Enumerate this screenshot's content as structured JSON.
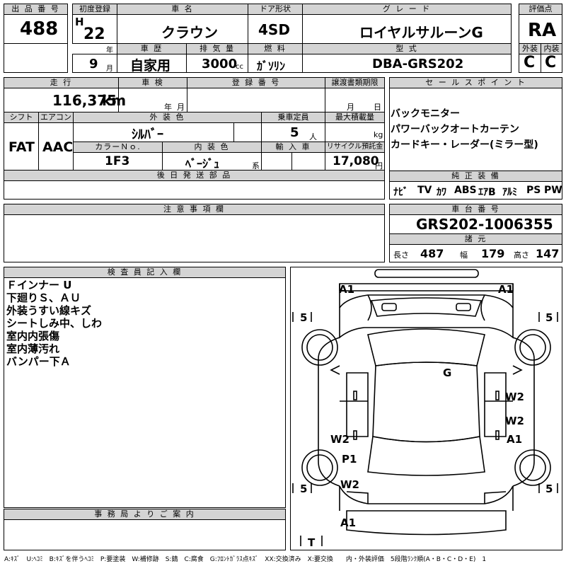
{
  "header_labels": {
    "lot_no": "出 品 番 号",
    "first_reg": "初度登録",
    "car_name": "車 名",
    "door": "ドア形状",
    "grade": "グ レ ー ド",
    "rating": "評価点",
    "year_unit": "年",
    "history": "車 歴",
    "displacement": "排 気 量",
    "fuel": "燃 料",
    "model": "型 式",
    "exterior": "外装",
    "interior": "内装",
    "month_unit": "月",
    "cc_unit": "cc"
  },
  "lot_no": "488",
  "first_reg": {
    "era": "H",
    "year": "22",
    "month": "9"
  },
  "car_name": "クラウン",
  "door": "4SD",
  "grade": "ロイヤルサルーンG",
  "rating": "RA",
  "history": "自家用",
  "displacement": "3000",
  "fuel": "ｶﾞｿﾘﾝ",
  "model": "DBA-GRS202",
  "exterior_grade": "C",
  "interior_grade": "C",
  "row2_labels": {
    "mileage": "走 行",
    "inspection": "車 検",
    "reg_no": "登 録 番 号",
    "transfer": "譲渡書類期限",
    "sales_point": "セ ー ル ス ポ イ ン ト",
    "shift": "シフト",
    "ac": "エアコン",
    "ext_color": "外 装 色",
    "capacity": "乗車定員",
    "max_load": "最大積載量",
    "color_no": "カラーＮｏ.",
    "int_color": "内 装 色",
    "import": "輸 入 車",
    "recycle": "リサイクル預託金",
    "later_parts": "後 日 発 送 部 品",
    "genuine": "純 正 装 備",
    "year_u": "年",
    "month_u": "月",
    "persons_u": "人",
    "kg_u": "kg",
    "series_u": "系",
    "yen_u": "円"
  },
  "mileage": "116,375",
  "mileage_unit": "km",
  "shift": "FAT",
  "ac": "AAC",
  "ext_color": "ｼﾙﾊﾞｰ",
  "capacity": "5",
  "color_no": "1F3",
  "int_color": "ﾍﾞｰｼﾞｭ",
  "recycle": "17,080",
  "sales_points": [
    "バックモニター",
    "パワーバックオートカーテン",
    "カードキー・レーダー(ミラー型)"
  ],
  "equipment": [
    "ﾅﾋﾞ",
    "TV",
    "ｶﾜ",
    "ABS",
    "ｴｱB",
    "ｱﾙﾐ",
    "PS",
    "PW"
  ],
  "notes_label": "注 意 事 項 欄",
  "chassis_label": "車 台 番 号",
  "chassis_no": "GRS202-1006355",
  "specs_label": "諸 元",
  "dims": {
    "length_label": "長さ",
    "length": "487",
    "width_label": "幅",
    "width": "179",
    "height_label": "高さ",
    "height": "147"
  },
  "inspector_label": "検 査 員 記 入 欄",
  "inspector_notes": [
    "Ｆインナー U",
    "下廻りＳ、ＡＵ",
    "外装うすい線キズ",
    "シートしみ中、しわ",
    "室内内張傷",
    "室内薄汚れ",
    "バンパー下Ａ"
  ],
  "office_label": "事 務 局 よ り ご 案 内",
  "diagram": {
    "marks": {
      "a1_tl": "A1",
      "a1_tr": "A1",
      "g": "G",
      "w2_r1": "W2",
      "w2_r2": "W2",
      "w2_l": "W2",
      "a1_r": "A1",
      "p1": "P1",
      "w2_lb": "W2",
      "a1_b": "A1"
    },
    "tires": {
      "fl": "5",
      "fr": "5",
      "rl": "5",
      "rr": "5",
      "spare": "T"
    }
  },
  "legend": "A:ｷｽﾞ　U:ﾍｺﾐ　B:ｷｽﾞを伴うﾍｺﾐ　P:要塗装　W:補修跡　S:錆　C:腐食　G:ﾌﾛﾝﾄｶﾞﾗｽ点ｷｽﾞ　XX:交換済み　X:要交換　　内・外装評価　5段階ﾗﾝｸ順(A・B・C・D・E)　1"
}
